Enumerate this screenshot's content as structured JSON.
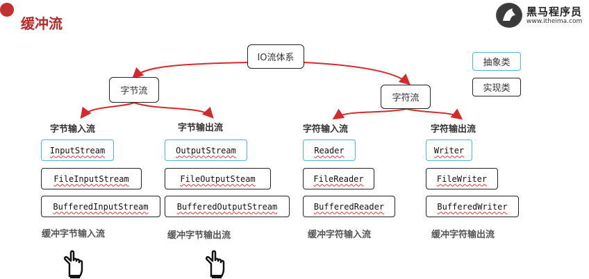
{
  "title": "缓冲流",
  "logo": {
    "name": "黑马程序员",
    "url": "www.itheima.com"
  },
  "root": "IO流体系",
  "byte_stream": "字节流",
  "char_stream": "字符流",
  "legend": {
    "abstract": "抽象类",
    "concrete": "实现类"
  },
  "categories": {
    "byte_input": "字节输入流",
    "byte_output": "字节输出流",
    "char_input": "字符输入流",
    "char_output": "字符输出流"
  },
  "classes": {
    "byte_input": [
      "InputStream",
      "FileInputStream",
      "BufferedInputStream"
    ],
    "byte_output": [
      "OutputStream",
      "FileOutputSteam",
      "BufferedOutputStream"
    ],
    "char_input": [
      "Reader",
      "FileReader",
      "BufferedReader"
    ],
    "char_output": [
      "Writer",
      "FileWriter",
      "BufferedWriter"
    ]
  },
  "buffered": {
    "byte_input": "缓冲字节输入流",
    "byte_output": "缓冲字节输出流",
    "char_input": "缓冲字符输入流",
    "char_output": "缓冲字符输出流"
  },
  "icons": {
    "hand": "pointing-hand-icon",
    "logo": "horse-logo-icon"
  },
  "colors": {
    "title": "#b5292b",
    "arrow": "#d42a2a",
    "abstract_border": "#4fb3d9"
  }
}
